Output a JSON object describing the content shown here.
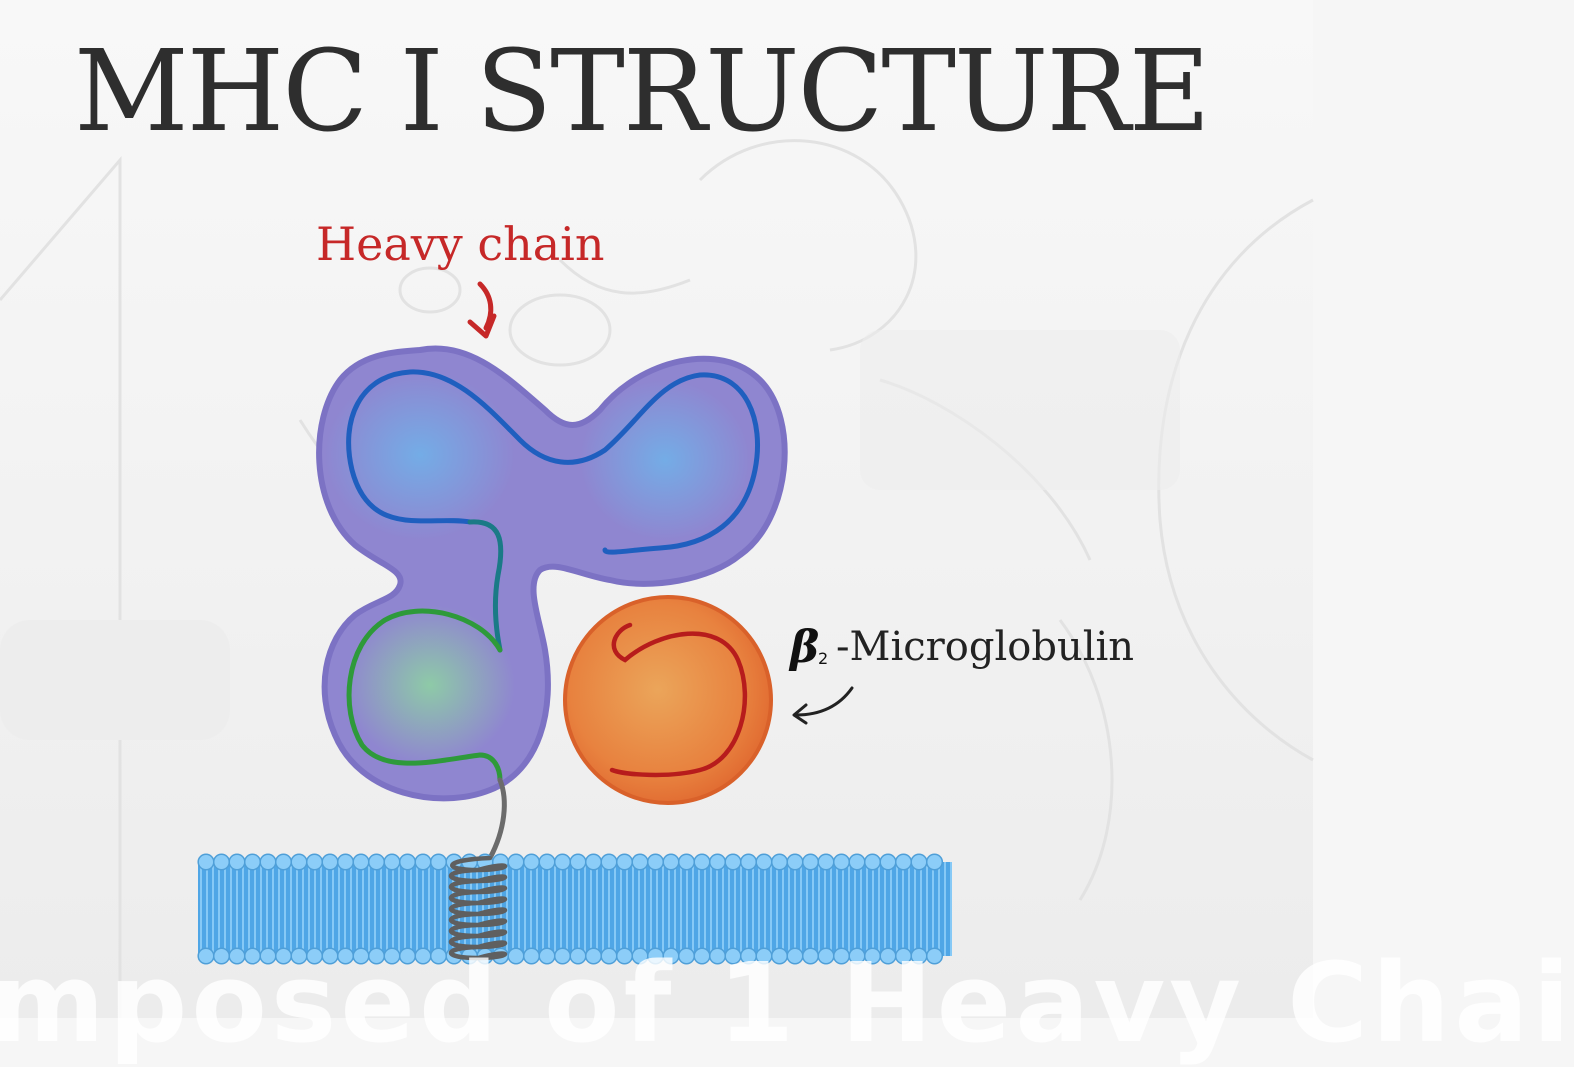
{
  "slide": {
    "title": "MHC I STRUCTURE",
    "caption": "mposed of 1 Heavy Chai"
  },
  "diagram": {
    "heavy_chain_label": "Heavy chain",
    "b2_symbol": "β",
    "b2_subscript": "2",
    "b2_label": "-Microglobulin"
  },
  "colors": {
    "heavy_chain_label": "#c62828",
    "heavy_chain_body": "#8e85cf",
    "alpha_loops": "#1f5fbf",
    "alpha3_loop": "#2e9a3a",
    "b2_body": "#e8723a",
    "b2_loop": "#b71c1c",
    "membrane": "#5fb3ee",
    "anchor": "#6b6b6b"
  }
}
